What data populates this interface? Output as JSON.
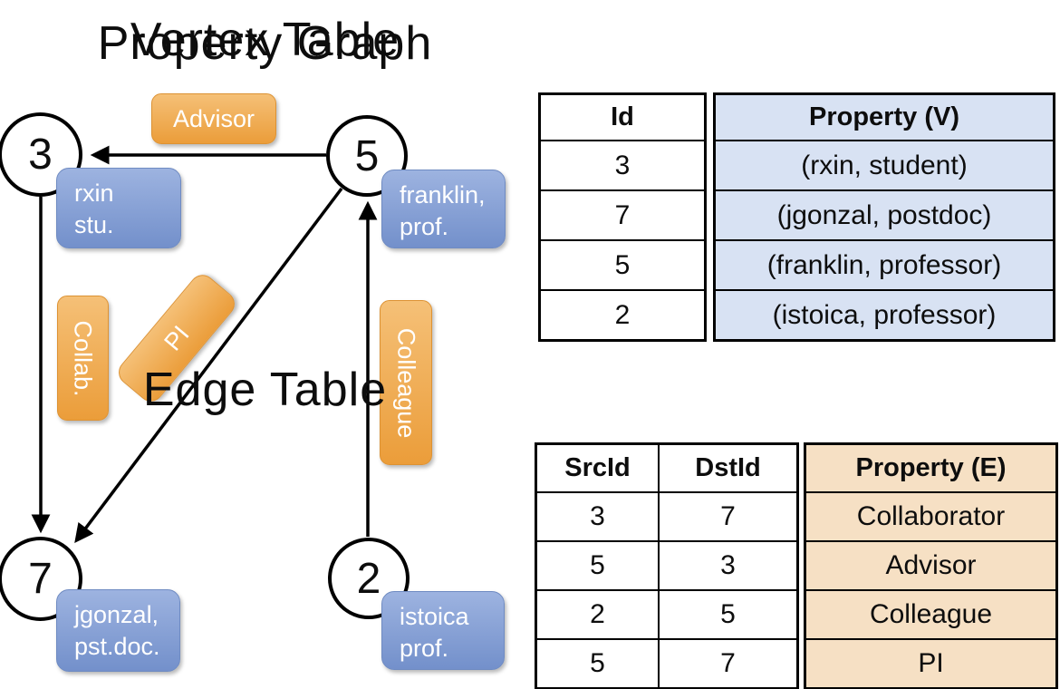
{
  "graph": {
    "title": "Property Graph",
    "nodes": [
      {
        "id": "3",
        "prop1": "rxin",
        "prop2": "stu."
      },
      {
        "id": "5",
        "prop1": "franklin,",
        "prop2": "prof."
      },
      {
        "id": "7",
        "prop1": "jgonzal,",
        "prop2": "pst.doc."
      },
      {
        "id": "2",
        "prop1": "istoica",
        "prop2": "prof."
      }
    ],
    "edge_labels": {
      "advisor": "Advisor",
      "collab": "Collab.",
      "pi": "PI",
      "colleague": "Colleague"
    }
  },
  "vertex_table": {
    "title": "Vertex Table",
    "id_header": "Id",
    "prop_header": "Property (V)",
    "rows": [
      {
        "id": "3",
        "prop": "(rxin, student)"
      },
      {
        "id": "7",
        "prop": "(jgonzal, postdoc)"
      },
      {
        "id": "5",
        "prop": "(franklin, professor)"
      },
      {
        "id": "2",
        "prop": "(istoica, professor)"
      }
    ]
  },
  "edge_table": {
    "title": "Edge Table",
    "src_header": "SrcId",
    "dst_header": "DstId",
    "prop_header": "Property (E)",
    "rows": [
      {
        "src": "3",
        "dst": "7",
        "prop": "Collaborator"
      },
      {
        "src": "5",
        "dst": "3",
        "prop": "Advisor"
      },
      {
        "src": "2",
        "dst": "5",
        "prop": "Colleague"
      },
      {
        "src": "5",
        "dst": "7",
        "prop": "PI"
      }
    ]
  },
  "colors": {
    "orange_label": "#eb9d3a",
    "blue_label": "#7390cb",
    "vertex_prop_fill": "#d8e2f3",
    "edge_prop_fill": "#f6e0c4"
  }
}
